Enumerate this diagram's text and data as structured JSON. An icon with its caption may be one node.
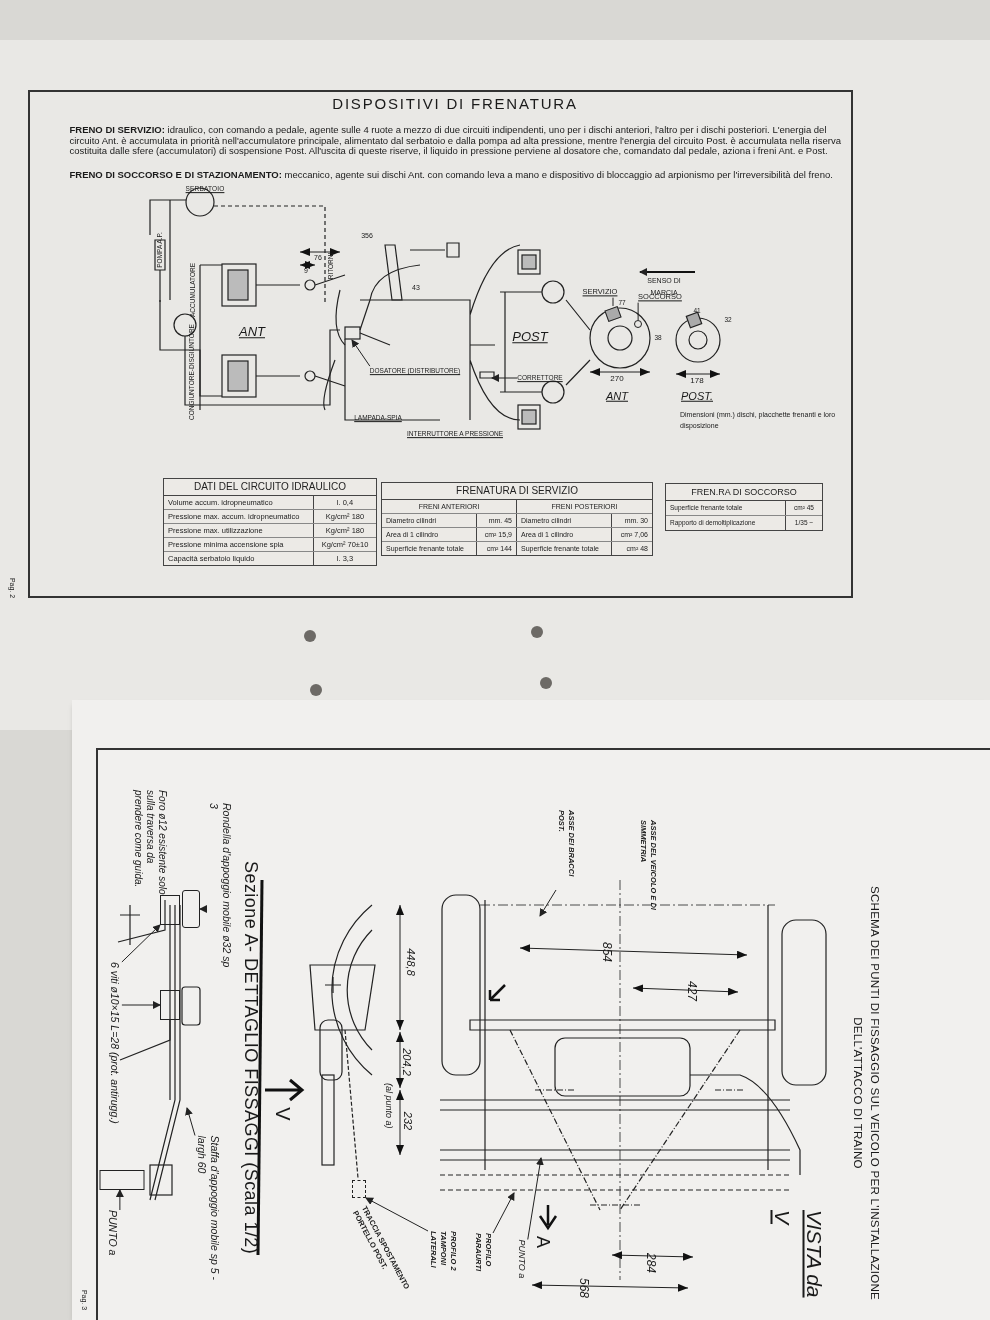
{
  "diagram": {
    "title": "DISPOSITIVI DI FRENATURA",
    "nodes": [
      {
        "text": [
          "DOSATORE (DISTRIBUTORE)"
        ]
      },
      {
        "text": [
          "CORRETTORE"
        ]
      },
      {
        "text": [
          "SERVIZIO"
        ]
      },
      {
        "text": [
          "SOCCORSO"
        ]
      },
      {
        "text": [
          "Rondella d'appoggio mobile ø32 sp 3"
        ]
      },
      {
        "text": [
          "6 viti ø10×15 L=28 (prot. antirugg.)"
        ]
      },
      {
        "text": [
          "Staffa d'appoggio mobile sp 5 - largh 60"
        ]
      },
      {
        "text": [
          "PUNTO a"
        ]
      },
      {
        "text": [
          "PROFILO 2 TAMPONI LATERALI"
        ]
      },
      {
        "text": [
          "PROFILO PARAURTI"
        ]
      },
      {
        "text": [
          "PUNTO a"
        ]
      },
      {
        "text": [
          "ASSE DEI BRACCI POST."
        ]
      },
      {
        "text": [],
        "shape": "box"
      },
      {
        "text": [],
        "shape": "circle"
      },
      {
        "text": [],
        "shape": "box"
      },
      {
        "text": [],
        "shape": "box"
      },
      {
        "text": [],
        "shape": "box"
      },
      {
        "text": [],
        "shape": "box"
      },
      {
        "text": [],
        "shape": "box"
      }
    ],
    "edges": [
      {
        "from": 0,
        "to": null,
        "arrow": "to"
      },
      {
        "from": 1,
        "to": null,
        "arrow": "to"
      },
      {
        "from": 2,
        "to": 12,
        "arrow": "none"
      },
      {
        "from": 3,
        "to": 13,
        "arrow": "none"
      },
      {
        "from": 4,
        "to": 14,
        "arrow": "to"
      },
      {
        "from": 5,
        "to": 17,
        "arrow": "to"
      },
      {
        "from": 5,
        "to": 18,
        "arrow": "to"
      },
      {
        "from": 6,
        "to": null,
        "arrow": "to"
      },
      {
        "from": 7,
        "to": 15,
        "arrow": "to"
      },
      {
        "from": 8,
        "to": 16,
        "arrow": "to"
      },
      {
        "from": 9,
        "to": null,
        "arrow": "to"
      },
      {
        "from": 10,
        "to": null,
        "arrow": "to"
      },
      {
        "from": 11,
        "to": null,
        "arrow": "to"
      }
    ],
    "labels": [
      "**FRENO DI SERVIZIO:** idraulico, con comando a pedale, agente sulle 4 ruote a mezzo di due circuiti indipendenti, uno per i dischi anteriori, l'altro per i dischi posteriori. L'energia del circuito Ant. è accumulata in priorità nell'accumulatore principale, alimentato dal serbatoio e dalla pompa ad alta pressione, mentre l'energia del circuito Post. è accumulata nella riserva costituita dalle sfere (accumulatori) di sospensione Post. All'uscita di queste riserve, il liquido in pressione perviene al dosatore che, comandato dal pedale, aziona i freni Ant. e Post.",
      "**FRENO DI SOCCORSO E DI STAZIONAMENTO:** meccanico, agente sui dischi Ant. con comando leva a mano e dispositivo di bloccaggio ad arpionismo per l'irreversibilità del freno.",
      "SERBATOIO",
      "POMPA A.P.",
      "ACCUMULATORE",
      "CONGIUNTORE-DISGIUNTORE",
      "ANT",
      "76",
      "9",
      "RITORNI",
      "356",
      "43",
      "POST",
      "LAMPADA-SPIA",
      "INTERRUTTORE A PRESSIONE",
      "SENSO DI MARCIA",
      "77",
      "38",
      "41",
      "32",
      "270",
      "178",
      "ANT",
      "POST.",
      "Dimensioni (mm.) dischi, placchette frenanti e loro disposizione",
      "DATI DEL CIRCUITO IDRAULICO",
      "Volume accum. idropneumatico",
      "l. 0,4",
      "Pressione max. accum. idropneumatico",
      "Kg/cm² 180",
      "Pressione max. utilizzazione",
      "Kg/cm² 180",
      "Pressione minima accensione spia",
      "Kg/cm² 70±10",
      "Capacità serbatoio liquido",
      "l. 3,3",
      "FRENATURA DI SERVIZIO",
      "FRENI ANTERIORI",
      "FRENI POSTERIORI",
      "Diametro cilindri",
      "mm. 45",
      "Diametro cilindri",
      "mm. 30",
      "Area di 1 cilindro",
      "cm² 15,9",
      "Area di 1 cilindro",
      "cm² 7,06",
      "Superficie frenante totale",
      "cm² 144",
      "Superficie frenante totale",
      "cm² 48",
      "FREN.RA DI SOCCORSO",
      "Superficie frenante totale",
      "cm² 45",
      "Rapporto di demoltiplicazione",
      "1/35 ~",
      "Pag. 2",
      "Foro ø12 esistente solo sulla traversa da prendere come guida.",
      "Sezione A- DETTAGLIO FISSAGGI (Scala 1/2)",
      "V",
      "448,8",
      "204,2",
      "232",
      "(al punto a)",
      "TRACCIA SPOSTAMENTO PORTELLO POST.",
      "ASSE DEL VEICOLO E DI SIMMETRIA",
      "854",
      "427",
      "A",
      "284",
      "568",
      "VISTA da V",
      "SCHEMA DEI PUNTI DI FISSAGGIO SUL VEICOLO PER L'INSTALLAZIONE DELL'ATTACCO DI TRAINO",
      "Pag. 3"
    ]
  }
}
